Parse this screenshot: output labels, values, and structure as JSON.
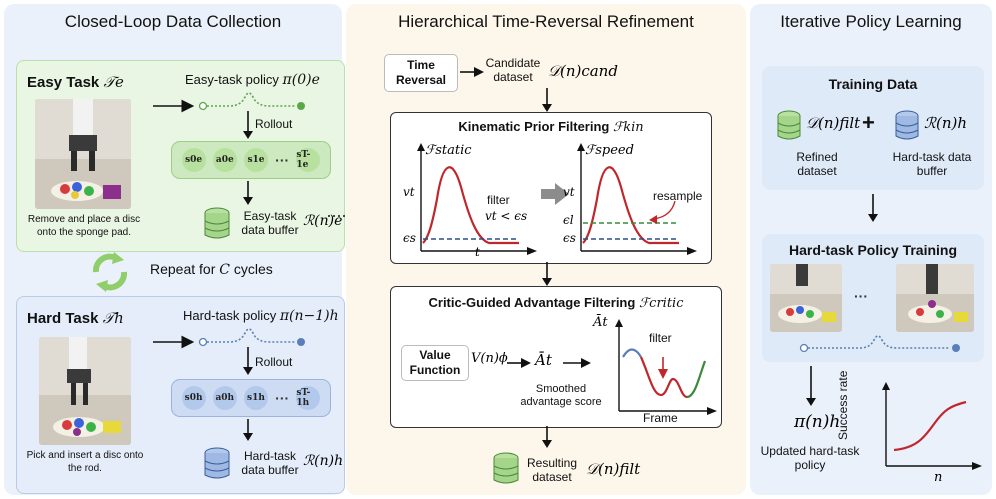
{
  "left": {
    "title": "Closed-Loop Data Collection",
    "easy_task_label": "Easy Task",
    "easy_task_symbol": "𝒯e",
    "easy_policy_label": "Easy-task policy",
    "easy_policy_symbol": "π(0)e",
    "easy_rollout": "Rollout",
    "easy_states": [
      "s0e",
      "a0e",
      "s1e",
      "sT-1e"
    ],
    "easy_buffer_label": "Easy-task data buffer",
    "easy_buffer_symbol": "ℛ(n)e",
    "easy_caption": "Remove and place a disc onto the sponge pad.",
    "repeat_text": "Repeat for",
    "repeat_symbol": "C",
    "repeat_suffix": "cycles",
    "hard_task_label": "Hard Task",
    "hard_task_symbol": "𝒯h",
    "hard_policy_label": "Hard-task policy",
    "hard_policy_symbol": "π(n−1)h",
    "hard_rollout": "Rollout",
    "hard_states": [
      "s0h",
      "a0h",
      "s1h",
      "sT-1h"
    ],
    "hard_buffer_label": "Hard-task data buffer",
    "hard_buffer_symbol": "ℛ(n)h",
    "hard_caption": "Pick and insert a disc onto the rod."
  },
  "middle": {
    "title": "Hierarchical Time-Reversal Refinement",
    "time_reversal": "Time Reversal",
    "candidate_label": "Candidate dataset",
    "candidate_symbol": "𝒟(n)cand",
    "kin_title": "Kinematic Prior Filtering",
    "kin_symbol": "ℱkin",
    "f_static": "ℱstatic",
    "f_speed": "ℱspeed",
    "filter_text": "filter",
    "filter_cond": "vt < ϵs",
    "resample_text": "resample",
    "axis_v": "vt",
    "axis_t": "t",
    "axis_eps_s": "ϵs",
    "axis_eps_l": "ϵl",
    "critic_title": "Critic-Guided Advantage Filtering",
    "critic_symbol": "ℱcritic",
    "value_function": "Value Function",
    "value_symbol": "V(n)ϕ",
    "adv_symbol": "Āt",
    "smoothed_label": "Smoothed advantage score",
    "critic_filter": "filter",
    "frame_label": "Frame",
    "resulting_label": "Resulting dataset",
    "resulting_symbol": "𝒟(n)filt"
  },
  "right": {
    "title": "Iterative Policy Learning",
    "training_data": "Training Data",
    "refined_symbol": "𝒟(n)filt",
    "plus": "+",
    "hard_buf_symbol": "ℛ(n)h",
    "refined_label": "Refined dataset",
    "hard_buf_label": "Hard-task data buffer",
    "policy_training": "Hard-task Policy Training",
    "ellipsis": "···",
    "updated_symbol": "π(n)h",
    "updated_label": "Updated hard-task policy",
    "success_axis": "Success rate",
    "n_axis": "n"
  },
  "colors": {
    "green_fill": "#eaf6e4",
    "blue_fill": "#e4edf9",
    "red_curve": "#c0272d",
    "green_dash": "#3a8a3a",
    "blue_dash": "#2c4f8c"
  }
}
